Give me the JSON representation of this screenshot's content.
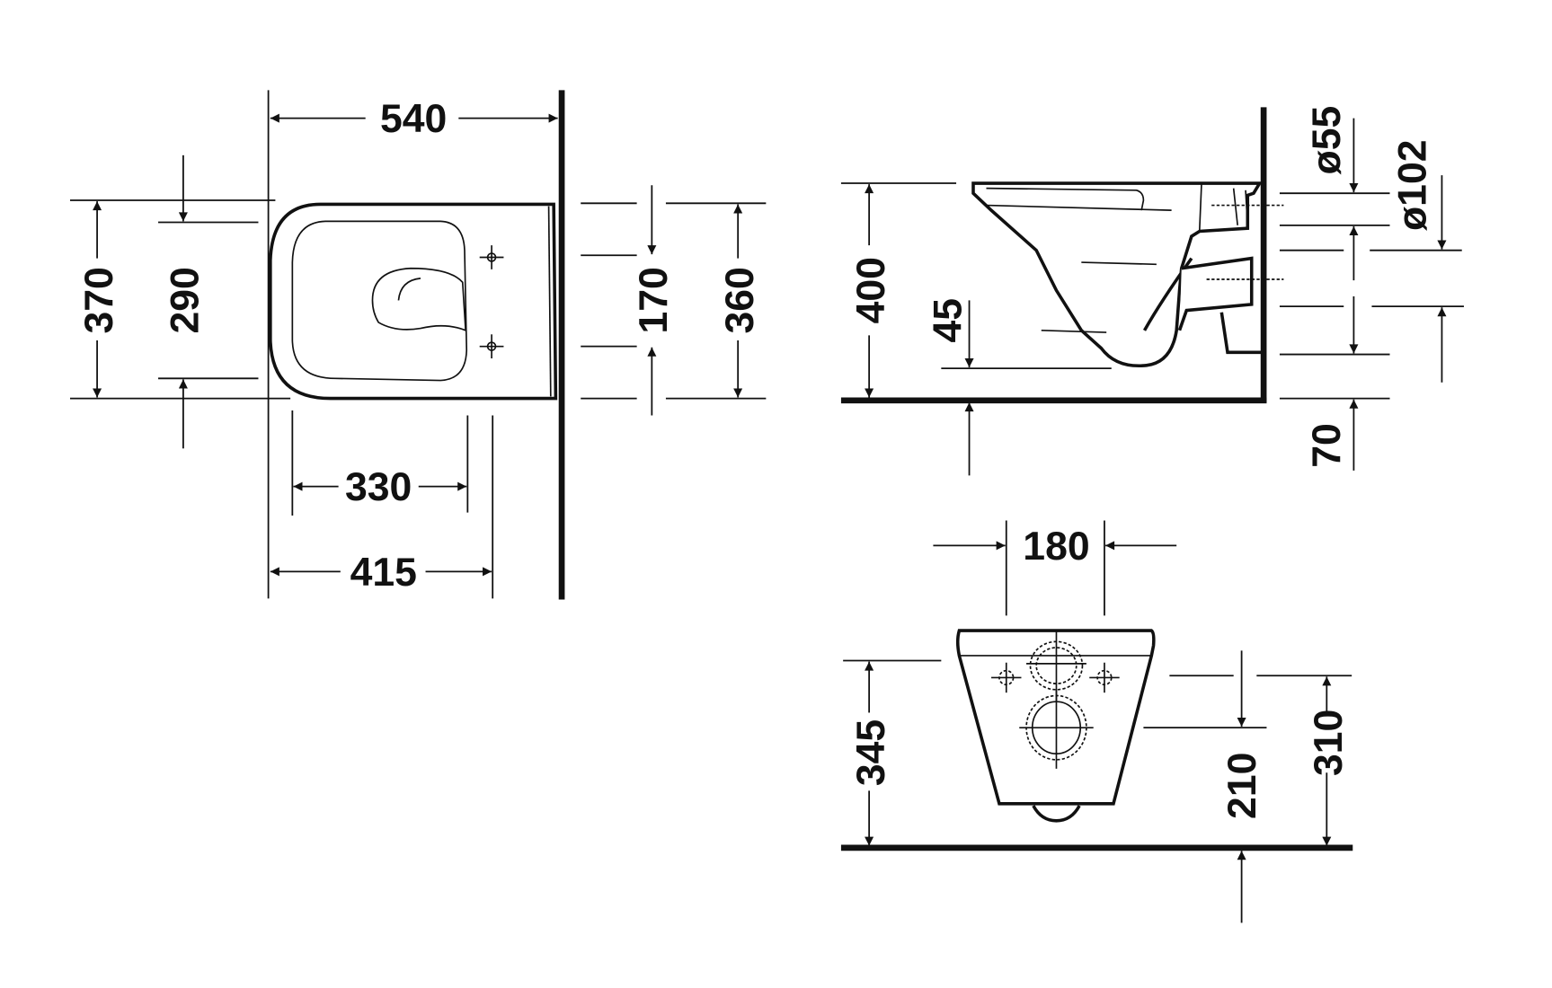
{
  "plan_view": {
    "overall_length": "540",
    "overall_width": "370",
    "seat_opening_width": "290",
    "fixing_hole_spacing": "170",
    "wall_width": "360",
    "opening_length": "330",
    "bowl_length": "415"
  },
  "side_view": {
    "height": "400",
    "bottom_clearance": "45",
    "inlet_diameter": "ø55",
    "outlet_diameter": "ø102",
    "outlet_height": "70"
  },
  "front_view": {
    "fixing_spacing": "180",
    "rim_height": "345",
    "outlet_center_height": "210",
    "fixing_height": "310"
  },
  "colors": {
    "line": "#111111",
    "background": "#ffffff"
  }
}
